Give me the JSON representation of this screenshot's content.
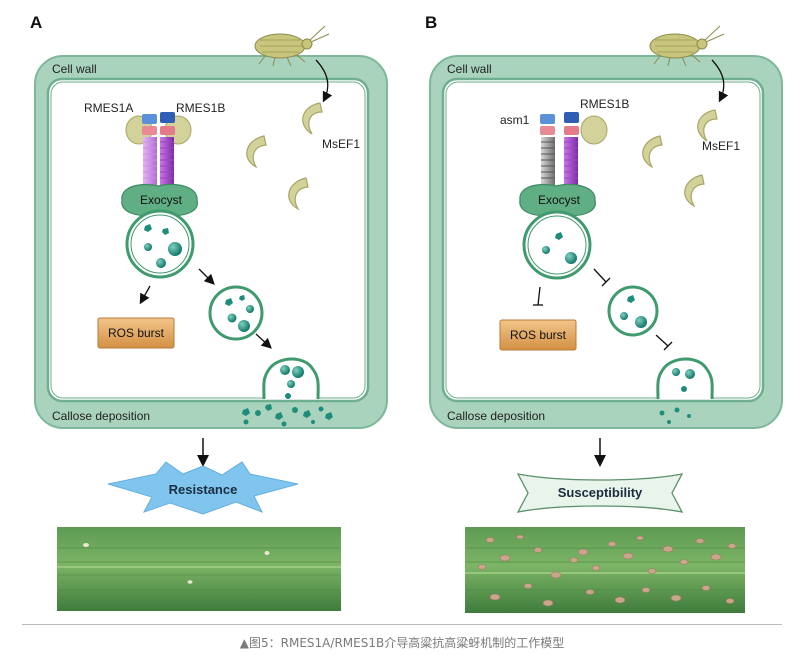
{
  "panels": [
    {
      "letter": "A",
      "cell_wall": "Cell wall",
      "receptor_left": "RMES1A",
      "receptor_right": "RMES1B",
      "effector": "MsEF1",
      "exocyst": "Exocyst",
      "ros": "ROS burst",
      "callose": "Callose deposition",
      "outcome": "Resistance"
    },
    {
      "letter": "B",
      "cell_wall": "Cell wall",
      "receptor_left": "asm1",
      "receptor_right": "RMES1B",
      "effector": "MsEF1",
      "exocyst": "Exocyst",
      "ros": "ROS burst",
      "callose": "Callose deposition",
      "outcome": "Susceptibility"
    }
  ],
  "caption": "▲图5：RMES1A/RMES1B介导高粱抗高粱蚜机制的工作模型",
  "colors": {
    "cell_fill": "#a9d3bd",
    "cell_stroke": "#6fae8e",
    "teal": "#1e8d7c",
    "ros_box": "#e2a864",
    "resistance_star": "#7ec4ec",
    "susceptibility_banner": "#e9f4ea",
    "receptor_purple": "#a04bc9",
    "receptor_gray": "#8d8d8d",
    "aphid": "#c8c57d"
  }
}
